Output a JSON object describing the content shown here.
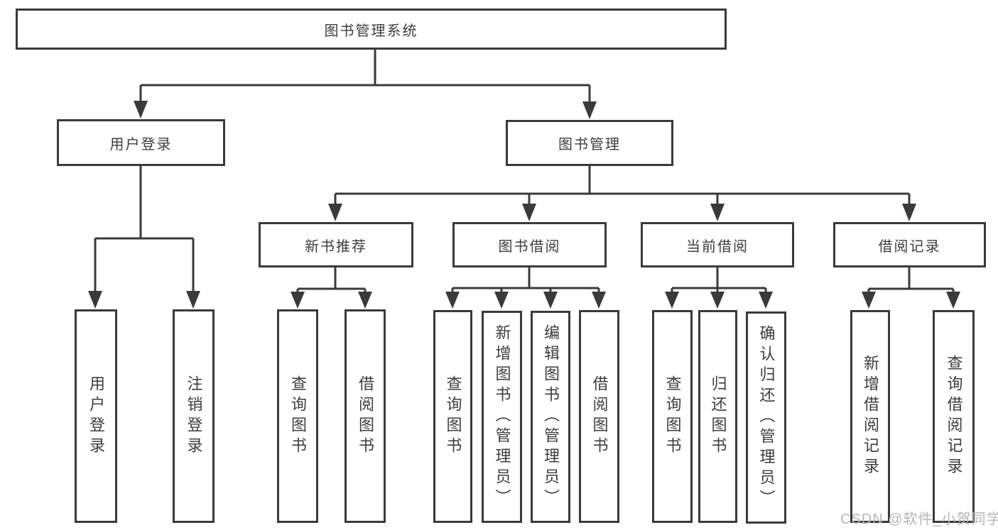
{
  "diagram": {
    "root_label": "图书管理系统",
    "branches": {
      "user_login": {
        "label": "用户登录",
        "children": [
          "用户登录",
          "注销登录"
        ]
      },
      "book_management": {
        "label": "图书管理",
        "sections": [
          {
            "label": "新书推荐",
            "children": [
              "查询图书",
              "借阅图书"
            ]
          },
          {
            "label": "图书借阅",
            "children": [
              "查询图书",
              "新增图书（管理员）",
              "编辑图书（管理员）",
              "借阅图书"
            ]
          },
          {
            "label": "当前借阅",
            "children": [
              "查询图书",
              "归还图书",
              "确认归还（管理员）"
            ]
          },
          {
            "label": "借阅记录",
            "children": [
              "新增借阅记录",
              "查询借阅记录"
            ]
          }
        ]
      }
    }
  },
  "watermark": {
    "text": "CSDN @软件_小贺同学"
  },
  "colors": {
    "line": "#3a3a3a",
    "box_border": "#3a3a3a",
    "text": "#3d3d3d",
    "watermark": "#b5b5b5",
    "background": "#ffffff"
  }
}
